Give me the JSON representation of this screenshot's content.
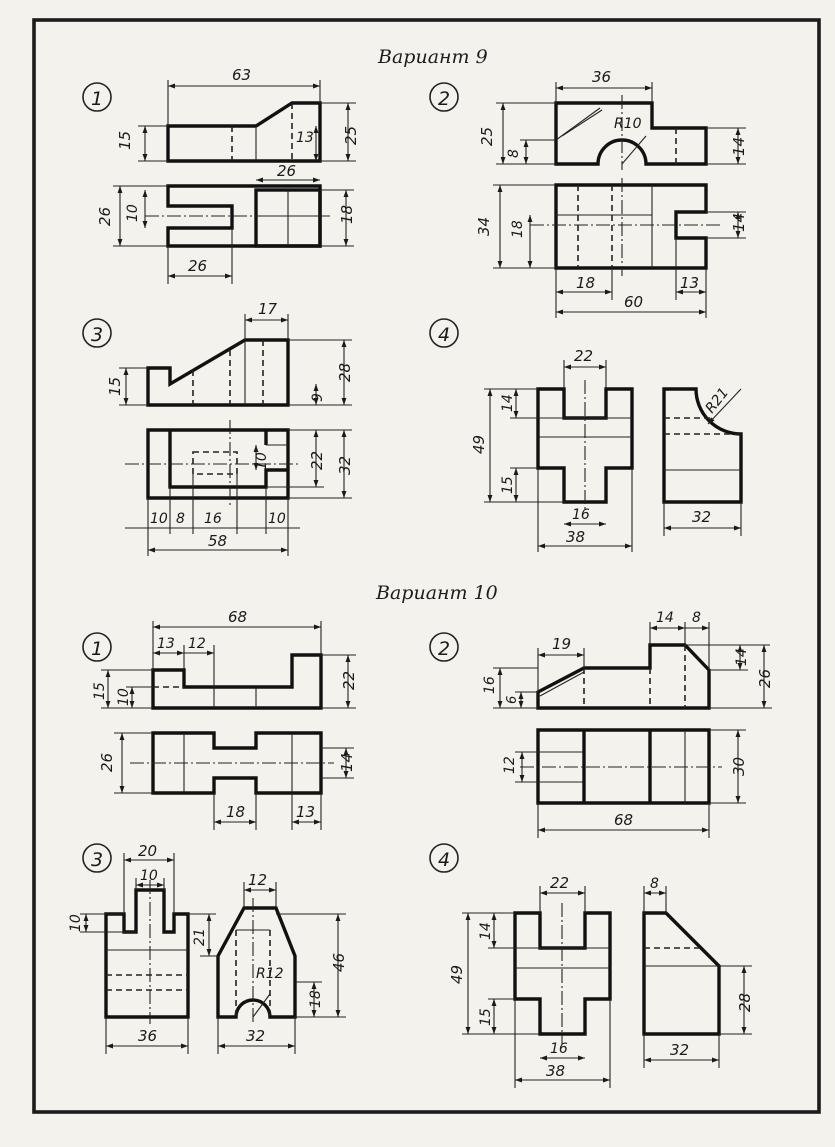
{
  "variants": [
    {
      "title": "Вариант 9",
      "parts": [
        {
          "number": "1",
          "dims": [
            "63",
            "15",
            "25",
            "13",
            "26",
            "26",
            "10",
            "18",
            "26"
          ]
        },
        {
          "number": "2",
          "dims": [
            "36",
            "R10",
            "25",
            "8",
            "14",
            "34",
            "18",
            "14",
            "18",
            "60",
            "13"
          ]
        },
        {
          "number": "3",
          "dims": [
            "17",
            "15",
            "28",
            "9",
            "22",
            "32",
            "10",
            "10",
            "8",
            "16",
            "10",
            "58"
          ]
        },
        {
          "number": "4",
          "dims": [
            "22",
            "R21",
            "14",
            "49",
            "15",
            "16",
            "38",
            "32"
          ]
        }
      ]
    },
    {
      "title": "Вариант 10",
      "parts": [
        {
          "number": "1",
          "dims": [
            "68",
            "13",
            "12",
            "15",
            "10",
            "22",
            "26",
            "14",
            "18",
            "13"
          ]
        },
        {
          "number": "2",
          "dims": [
            "19",
            "14",
            "8",
            "16",
            "6",
            "14",
            "26",
            "12",
            "30",
            "68"
          ]
        },
        {
          "number": "3",
          "dims": [
            "20",
            "10",
            "12",
            "10",
            "21",
            "R12",
            "46",
            "18",
            "36",
            "32"
          ]
        },
        {
          "number": "4",
          "dims": [
            "22",
            "8",
            "14",
            "49",
            "15",
            "28",
            "16",
            "38",
            "32"
          ]
        }
      ]
    }
  ]
}
